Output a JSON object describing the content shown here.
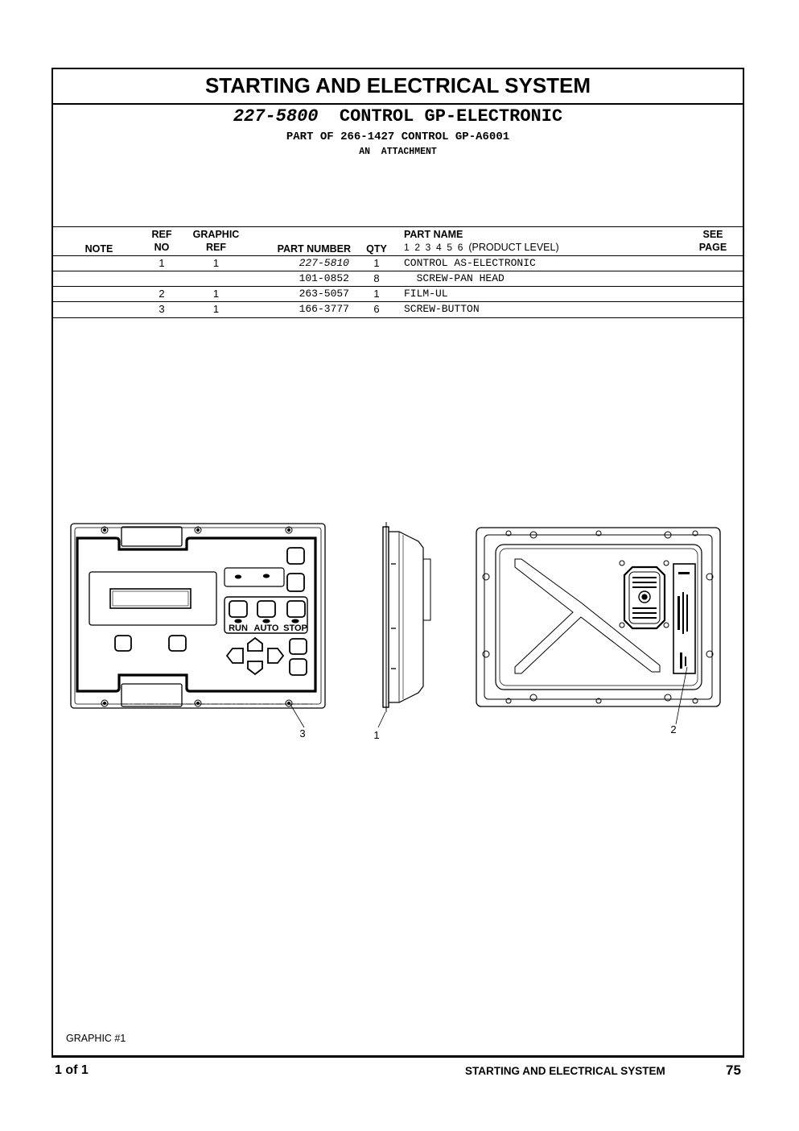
{
  "section_title": "STARTING AND ELECTRICAL SYSTEM",
  "group": {
    "number": "227-5800",
    "name": "CONTROL GP-ELECTRONIC",
    "part_of": "PART OF 266-1427 CONTROL GP-A6001",
    "attachment": "AN  ATTACHMENT"
  },
  "table": {
    "headers": {
      "note": "NOTE",
      "ref_no_1": "REF",
      "ref_no_2": "NO",
      "graphic_ref_1": "GRAPHIC",
      "graphic_ref_2": "REF",
      "part_number": "PART NUMBER",
      "qty": "QTY",
      "part_name_1": "PART NAME",
      "part_name_levels": "1  2  3  4  5  6",
      "part_name_2": "(PRODUCT LEVEL)",
      "see_page_1": "SEE",
      "see_page_2": "PAGE"
    },
    "rows": [
      {
        "ref_no": "1",
        "graphic_ref": "1",
        "part_number": "227-5810",
        "qty": "1",
        "part_name": "CONTROL AS-ELECTRONIC"
      },
      {
        "ref_no": "",
        "graphic_ref": "",
        "part_number": "101-0852",
        "qty": "8",
        "part_name": "  SCREW-PAN HEAD"
      },
      {
        "ref_no": "2",
        "graphic_ref": "1",
        "part_number": "263-5057",
        "qty": "1",
        "part_name": "FILM-UL"
      },
      {
        "ref_no": "3",
        "graphic_ref": "1",
        "part_number": "166-3777",
        "qty": "6",
        "part_name": "SCREW-BUTTON"
      }
    ]
  },
  "drawing": {
    "callouts": {
      "c1": "1",
      "c2": "2",
      "c3": "3"
    },
    "buttons": {
      "run": "RUN",
      "auto": "AUTO",
      "stop": "STOP"
    }
  },
  "graphic_label": "GRAPHIC #1",
  "footer": {
    "page_of": "1 of 1",
    "section": "STARTING AND ELECTRICAL SYSTEM",
    "page_number": "75"
  }
}
